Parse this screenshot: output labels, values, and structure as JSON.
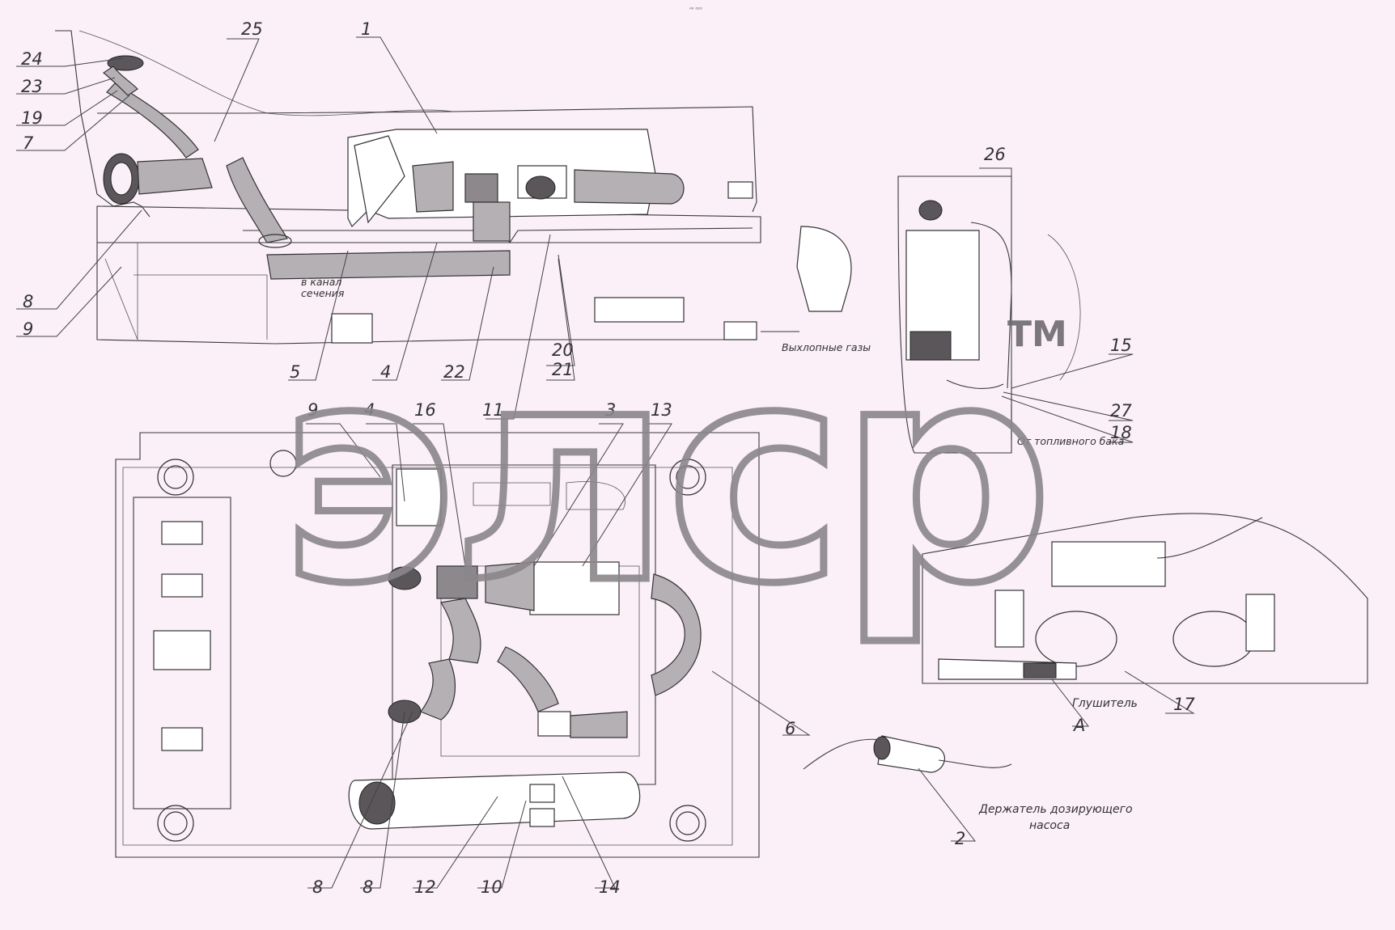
{
  "header": {
    "tiny_label": "ᶤᴺ ⁰²⁰"
  },
  "watermark": {
    "text": "элср",
    "tm": "TM",
    "color": "#c0bcc0"
  },
  "callouts": [
    {
      "id": "c24",
      "label": "24"
    },
    {
      "id": "c23",
      "label": "23"
    },
    {
      "id": "c19",
      "label": "19"
    },
    {
      "id": "c7",
      "label": "7"
    },
    {
      "id": "c25",
      "label": "25"
    },
    {
      "id": "c1",
      "label": "1"
    },
    {
      "id": "c8a",
      "label": "8"
    },
    {
      "id": "c9a",
      "label": "9"
    },
    {
      "id": "c5",
      "label": "5"
    },
    {
      "id": "c4a",
      "label": "4"
    },
    {
      "id": "c22",
      "label": "22"
    },
    {
      "id": "c20",
      "label": "20"
    },
    {
      "id": "c21",
      "label": "21"
    },
    {
      "id": "c11",
      "label": "11"
    },
    {
      "id": "c9b",
      "label": "9"
    },
    {
      "id": "c4b",
      "label": "4"
    },
    {
      "id": "c16",
      "label": "16"
    },
    {
      "id": "c3",
      "label": "3"
    },
    {
      "id": "c13",
      "label": "13"
    },
    {
      "id": "c26",
      "label": "26"
    },
    {
      "id": "c15",
      "label": "15"
    },
    {
      "id": "c27",
      "label": "27"
    },
    {
      "id": "c18",
      "label": "18"
    },
    {
      "id": "c17",
      "label": "17"
    },
    {
      "id": "cA",
      "label": "A"
    },
    {
      "id": "c6",
      "label": "6"
    },
    {
      "id": "c2",
      "label": "2"
    },
    {
      "id": "c8b",
      "label": "8"
    },
    {
      "id": "c8c",
      "label": "8"
    },
    {
      "id": "c12",
      "label": "12"
    },
    {
      "id": "c10",
      "label": "10"
    },
    {
      "id": "c14",
      "label": "14"
    }
  ],
  "notes": {
    "exhaust": "Выхлопные газы",
    "from_tank": "От топливного бака",
    "muffler": "Глушитель",
    "pump_holder_1": "Держатель дозирующего",
    "pump_holder_2": "насоса",
    "duct_1": "в канал",
    "duct_2": "сечения"
  }
}
